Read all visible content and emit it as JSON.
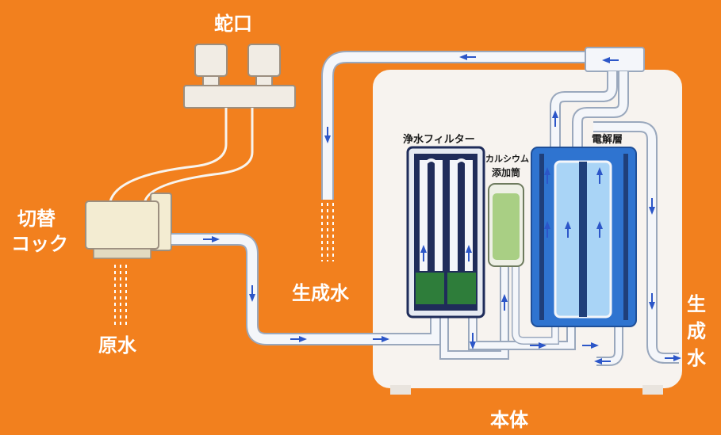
{
  "labels": {
    "faucet": "蛇口",
    "switch_cock_line1": "切替",
    "switch_cock_line2": "コック",
    "raw_water": "原水",
    "produced_water_left": "生成水",
    "produced_water_right_1": "生",
    "produced_water_right_2": "成",
    "produced_water_right_3": "水",
    "purify_filter": "浄水フィルター",
    "calcium_line1": "カルシウム",
    "calcium_line2": "添加筒",
    "electrolysis_cell": "電解層",
    "main_body": "本体"
  },
  "colors": {
    "background": "#f2801e",
    "body_panel": "#f7f3ef",
    "pipe": "#f4f6fa",
    "pipe_outline": "#9aa8bd",
    "flow_arrow": "#2c56c8",
    "filter_dark": "#1f2c5a",
    "filter_green": "#2e7d3a",
    "calcium_green": "#a9cf84",
    "cell_blue": "#2f74d0",
    "cell_light": "#a9d4f6",
    "switch_body": "#f3ecd2"
  }
}
